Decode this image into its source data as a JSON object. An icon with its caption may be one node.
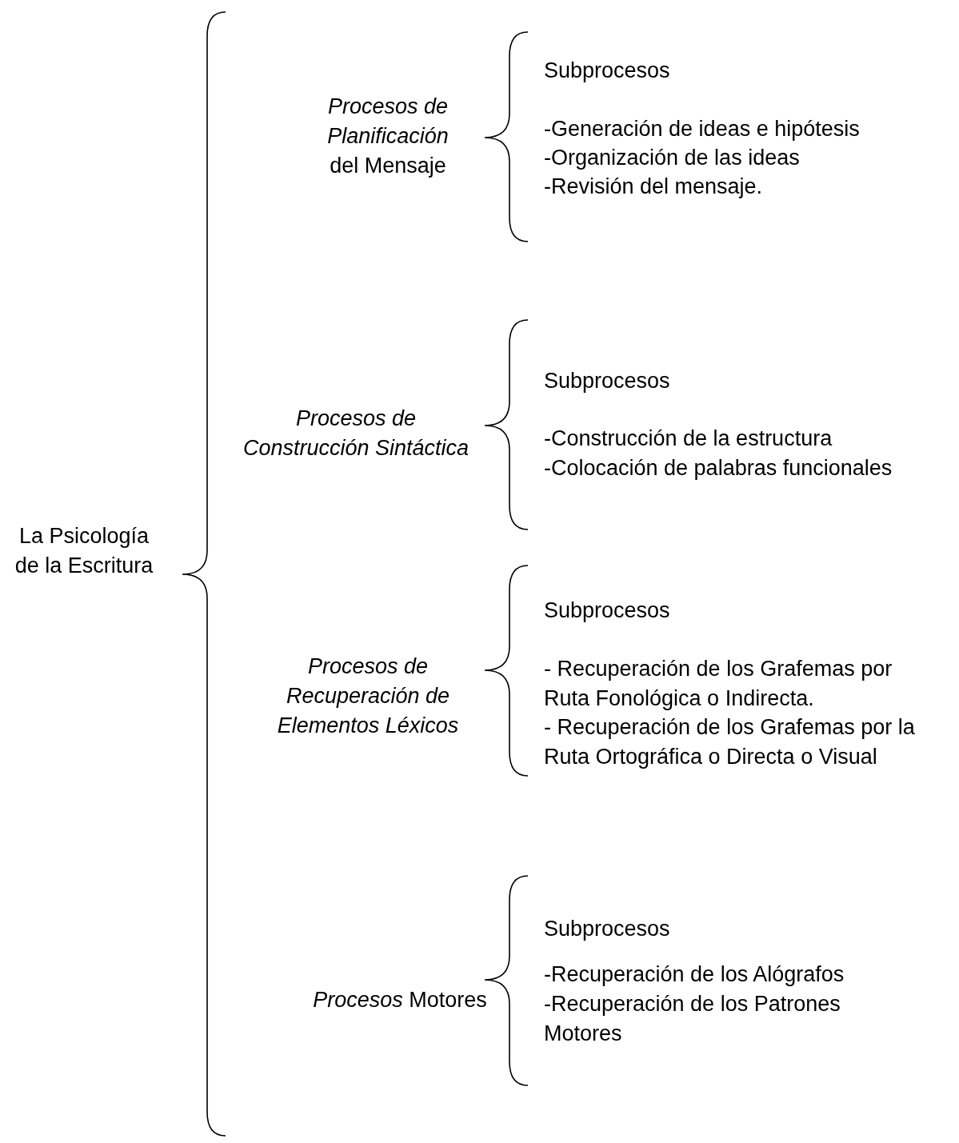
{
  "diagram": {
    "labels": [
      "La Psicología de la Escritura",
      "*Procesos de Planificación* del Mensaje",
      "Subprocesos",
      "-Generación de ideas e hipótesis",
      "-Organización de las ideas",
      "-Revisión del mensaje.",
      "Procesos de Construcción Sintáctica",
      "Subprocesos",
      "-Construcción de la estructura",
      "-Colocación de palabras funcionales",
      "Procesos de Recuperación de Elementos Léxicos",
      "Subprocesos",
      "- Recuperación de los Grafemas por Ruta Fonológica o Indirecta.",
      "- Recuperación de los Grafemas por la Ruta Ortográfica o Directa o Visual",
      "*Procesos* Motores",
      "Subprocesos",
      "-Recuperación de los Alógrafos",
      "-Recuperación de los Patrones Motores"
    ]
  }
}
